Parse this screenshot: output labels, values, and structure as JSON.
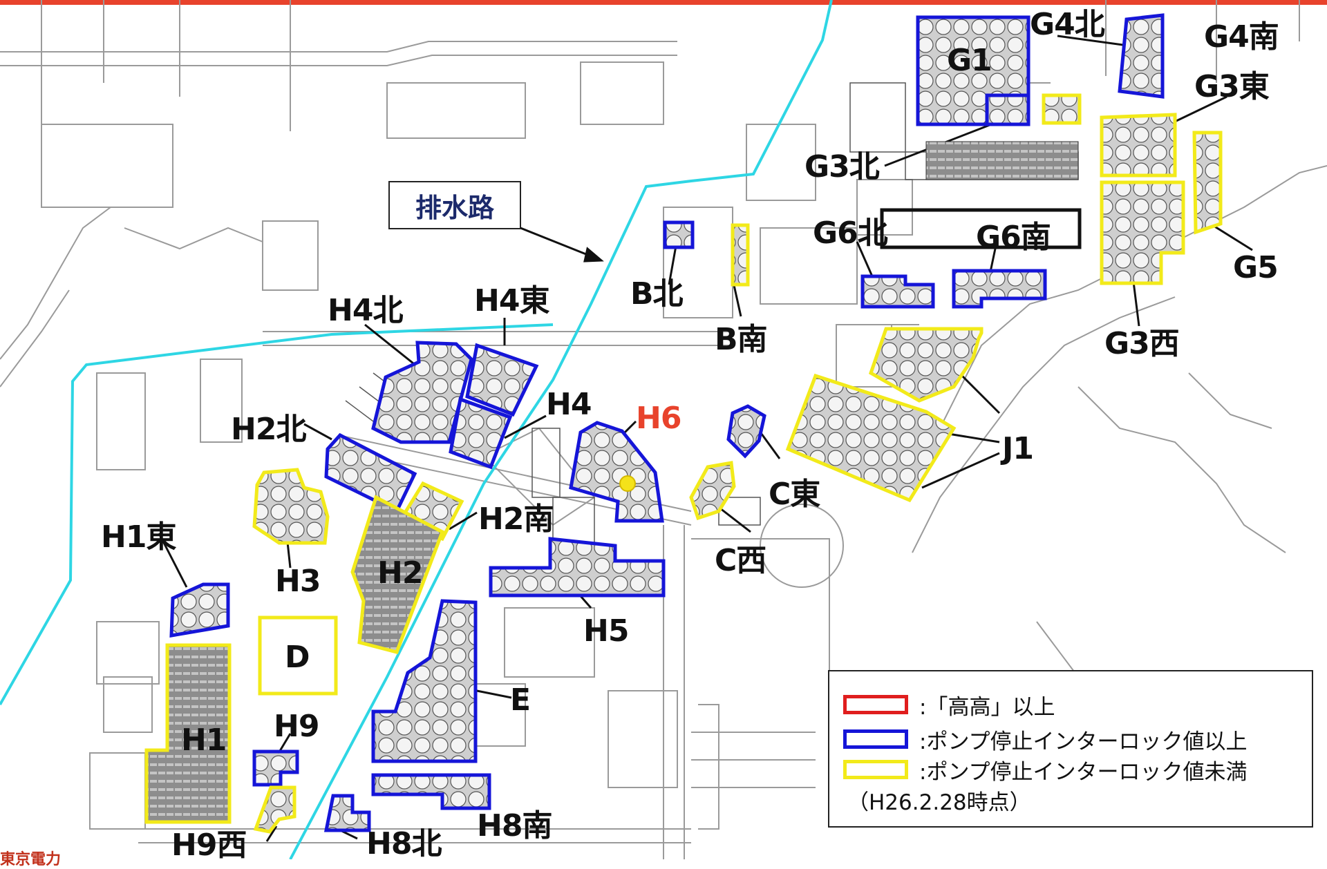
{
  "colors": {
    "top_bar": "#e8432c",
    "drain": "#2ed6e4",
    "blue": "#1515d8",
    "yellow": "#f2ea1a",
    "red": "#e01e1e",
    "h6_label": "#e8432c",
    "h6_marker": "#f4e21a",
    "base_lines": "#9a9a9a"
  },
  "drain_label": "排水路",
  "labels": {
    "G1": "G1",
    "G4N": "G4北",
    "G4S": "G4南",
    "G3E": "G3東",
    "G3N": "G3北",
    "G6N": "G6北",
    "G6S": "G6南",
    "G5": "G5",
    "G3W": "G3西",
    "BN": "B北",
    "BS": "B南",
    "H4N": "H4北",
    "H4E": "H4東",
    "H4": "H4",
    "H6": "H6",
    "H2N": "H2北",
    "H2S": "H2南",
    "H2": "H2",
    "H3": "H3",
    "H1E": "H1東",
    "H1": "H1",
    "D": "D",
    "H9": "H9",
    "H9W": "H9西",
    "E": "E",
    "H5": "H5",
    "H8S": "H8南",
    "H8N": "H8北",
    "CE": "C東",
    "CW": "C西",
    "J1": "J1"
  },
  "legend": {
    "items": [
      {
        "color": "red",
        "text": ":「高高」以上"
      },
      {
        "color": "blue",
        "text": ":ポンプ停止インターロック値以上"
      },
      {
        "color": "yellow",
        "text": ":ポンプ停止インターロック値未満"
      }
    ],
    "note": "（H26.2.28時点）"
  },
  "footer_logo": "東京電力"
}
